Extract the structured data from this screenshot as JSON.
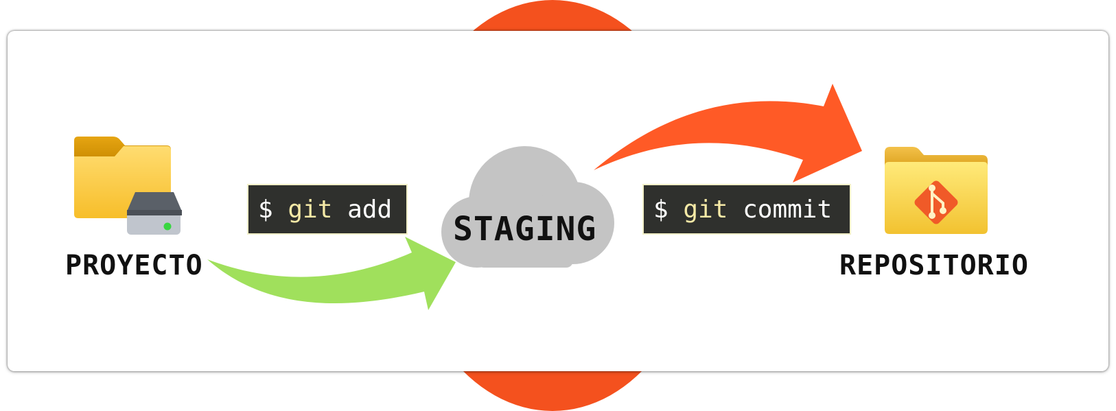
{
  "nodes": {
    "project": {
      "label": "PROYECTO"
    },
    "staging": {
      "label": "STAGING"
    },
    "repository": {
      "label": "REPOSITORIO"
    }
  },
  "commands": {
    "add": {
      "prompt": "$",
      "keyword": "git",
      "arg": "add"
    },
    "commit": {
      "prompt": "$",
      "keyword": "git",
      "arg": "commit"
    }
  },
  "icons": {
    "project": "folder-with-drive-icon",
    "staging": "cloud-icon",
    "repository": "git-folder-icon"
  },
  "colors": {
    "accent_orange": "#f4511e",
    "arrow_green": "#a0e05c",
    "arrow_orange": "#ff5a26",
    "cloud": "#c4c4c4",
    "terminal_bg": "#2f302d",
    "terminal_keyword": "#f5e9a6",
    "terminal_text": "#ffffff"
  }
}
